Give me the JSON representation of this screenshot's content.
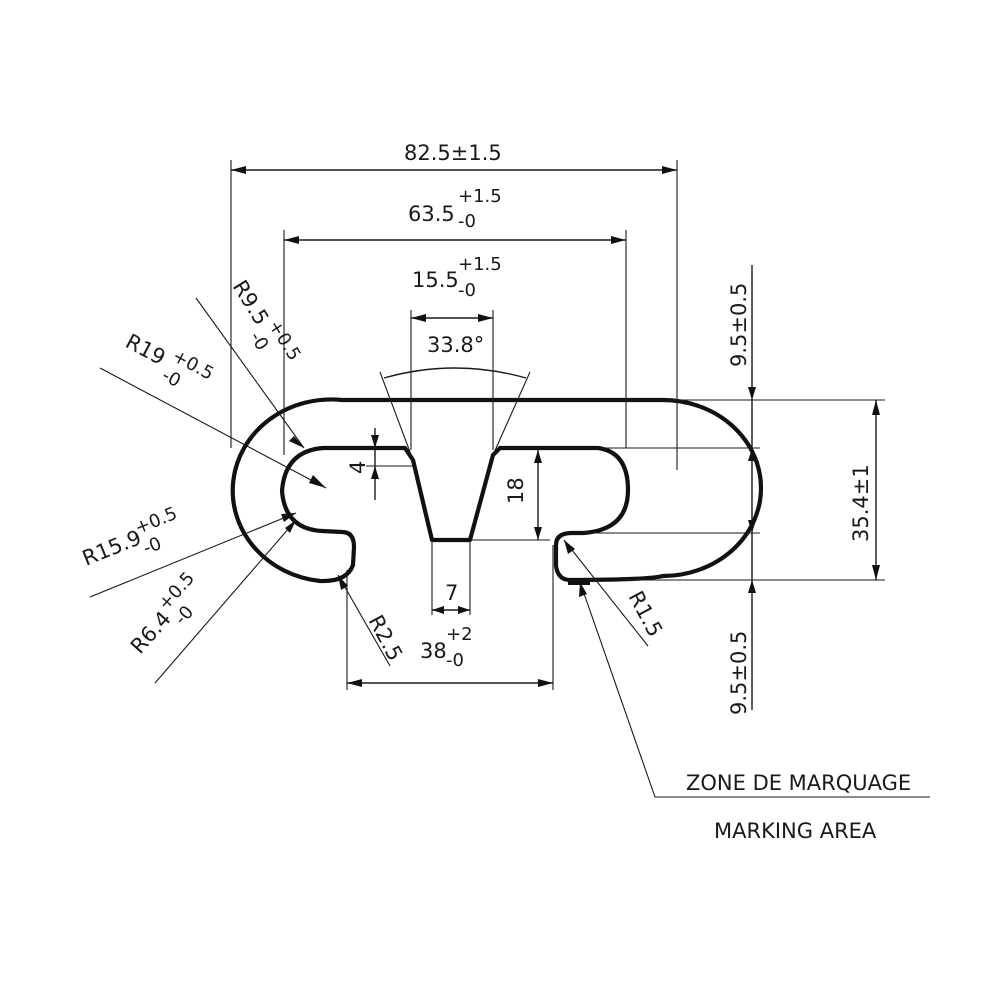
{
  "dimensions": {
    "overall_width": "82.5±1.5",
    "inner_width_base": "63.5",
    "inner_width_tol_plus": "+1.5",
    "inner_width_tol_minus": "-0",
    "slot_width_base": "15.5",
    "slot_width_tol_plus": "+1.5",
    "slot_width_tol_minus": "-0",
    "slot_angle": "33.8°",
    "lip_thickness": "4",
    "slot_depth": "18",
    "slot_bottom": "7",
    "foot_gap_base": "38",
    "foot_gap_tol_plus": "+2",
    "foot_gap_tol_minus": "-0",
    "top_thickness": "9.5±0.5",
    "total_height": "35.4±1",
    "bottom_thickness": "9.5±0.5",
    "r_outer_base": "R19",
    "r_outer_tol": "+0.5",
    "r_outer_tol2": "-0",
    "r_inner_top_base": "R9.5",
    "r_inner_top_tol": "+0.5",
    "r_inner_top_tol2": "-0",
    "r_inner_base": "R15.9",
    "r_inner_tol": "+0.5",
    "r_inner_tol2": "-0",
    "r_small_base": "R6.4",
    "r_small_tol": "+0.5",
    "r_small_tol2": "-0",
    "r_foot": "R2.5",
    "r_corner": "R1.5"
  },
  "notes": {
    "marking_fr": "ZONE DE MARQUAGE",
    "marking_en": "MARKING AREA"
  }
}
